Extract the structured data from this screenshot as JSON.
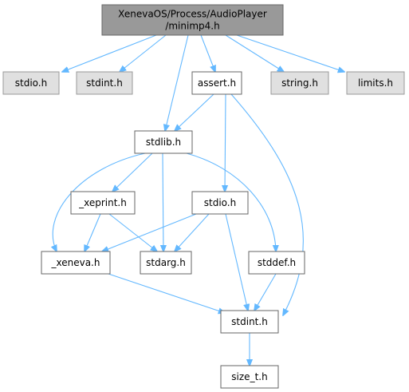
{
  "diagram": {
    "edge_color": "#63b8ff",
    "nodes": [
      {
        "id": "root",
        "label": "XenevaOS/Process/AudioPlayer\n/minimp4.h",
        "kind": "root"
      },
      {
        "id": "stdio_sys",
        "label": "stdio.h",
        "kind": "sys"
      },
      {
        "id": "stdint_sys",
        "label": "stdint.h",
        "kind": "sys"
      },
      {
        "id": "assert",
        "label": "assert.h",
        "kind": "local"
      },
      {
        "id": "string_sys",
        "label": "string.h",
        "kind": "sys"
      },
      {
        "id": "limits_sys",
        "label": "limits.h",
        "kind": "sys"
      },
      {
        "id": "stdlib",
        "label": "stdlib.h",
        "kind": "local"
      },
      {
        "id": "xeprint",
        "label": "_xeprint.h",
        "kind": "local"
      },
      {
        "id": "stdio_local",
        "label": "stdio.h",
        "kind": "local"
      },
      {
        "id": "xeneva",
        "label": "_xeneva.h",
        "kind": "local"
      },
      {
        "id": "stdarg",
        "label": "stdarg.h",
        "kind": "local"
      },
      {
        "id": "stddef",
        "label": "stddef.h",
        "kind": "local"
      },
      {
        "id": "stdint_local",
        "label": "stdint.h",
        "kind": "local"
      },
      {
        "id": "size_t",
        "label": "size_t.h",
        "kind": "local"
      }
    ],
    "edges": [
      {
        "from": "root",
        "to": "stdio_sys"
      },
      {
        "from": "root",
        "to": "stdint_sys"
      },
      {
        "from": "root",
        "to": "stdlib"
      },
      {
        "from": "root",
        "to": "assert"
      },
      {
        "from": "root",
        "to": "string_sys"
      },
      {
        "from": "root",
        "to": "limits_sys"
      },
      {
        "from": "assert",
        "to": "stdlib"
      },
      {
        "from": "assert",
        "to": "stdio_local"
      },
      {
        "from": "assert",
        "to": "stdint_local"
      },
      {
        "from": "stdlib",
        "to": "xeprint"
      },
      {
        "from": "stdlib",
        "to": "xeneva"
      },
      {
        "from": "stdlib",
        "to": "stdarg"
      },
      {
        "from": "stdlib",
        "to": "stddef"
      },
      {
        "from": "xeprint",
        "to": "xeneva"
      },
      {
        "from": "xeprint",
        "to": "stdarg"
      },
      {
        "from": "stdio_local",
        "to": "xeneva"
      },
      {
        "from": "stdio_local",
        "to": "stdarg"
      },
      {
        "from": "stdio_local",
        "to": "stdint_local"
      },
      {
        "from": "xeneva",
        "to": "stdint_local"
      },
      {
        "from": "stddef",
        "to": "stdint_local"
      },
      {
        "from": "stdint_local",
        "to": "size_t"
      }
    ]
  }
}
